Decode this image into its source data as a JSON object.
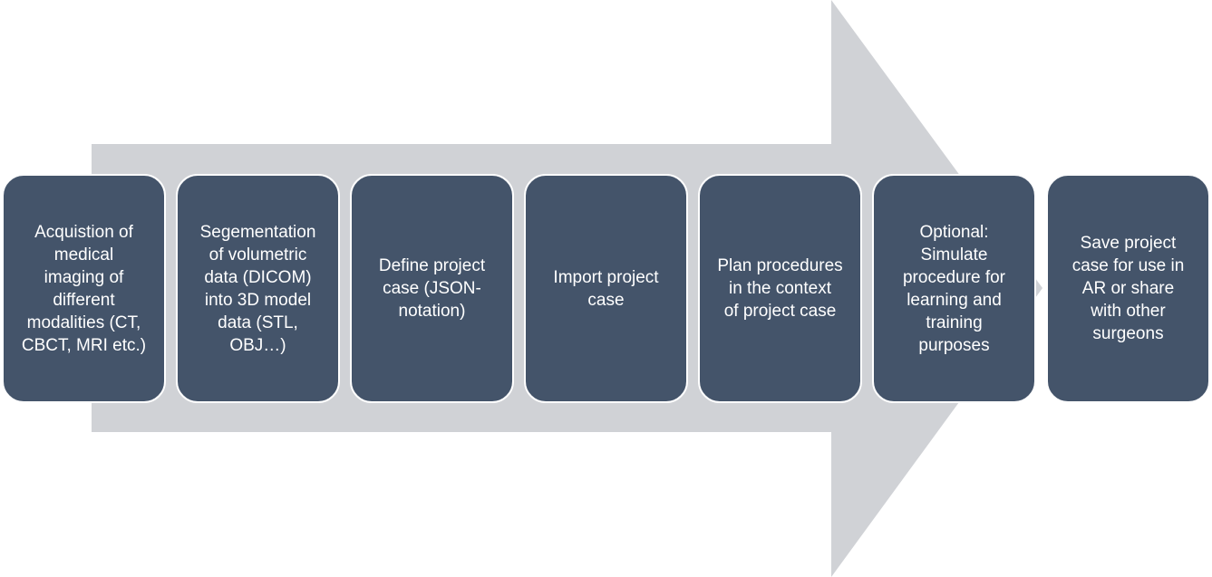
{
  "colors": {
    "arrow": "#d0d2d6",
    "step_fill": "#44546a",
    "step_border": "#ffffff",
    "text": "#ffffff"
  },
  "steps": [
    {
      "label": "Acquistion of\nmedical\nimaging of\ndifferent\nmodalities (CT,\nCBCT, MRI etc.)"
    },
    {
      "label": "Segementation\nof volumetric\ndata (DICOM)\ninto 3D model\ndata (STL,\nOBJ…)"
    },
    {
      "label": "Define project\ncase (JSON-\nnotation)"
    },
    {
      "label": "Import project\ncase"
    },
    {
      "label": "Plan procedures\nin the context\nof project case"
    },
    {
      "label": "Optional:\nSimulate\nprocedure for\nlearning and\ntraining\npurposes"
    },
    {
      "label": "Save project\ncase for use in\nAR or share\nwith other\nsurgeons"
    }
  ]
}
